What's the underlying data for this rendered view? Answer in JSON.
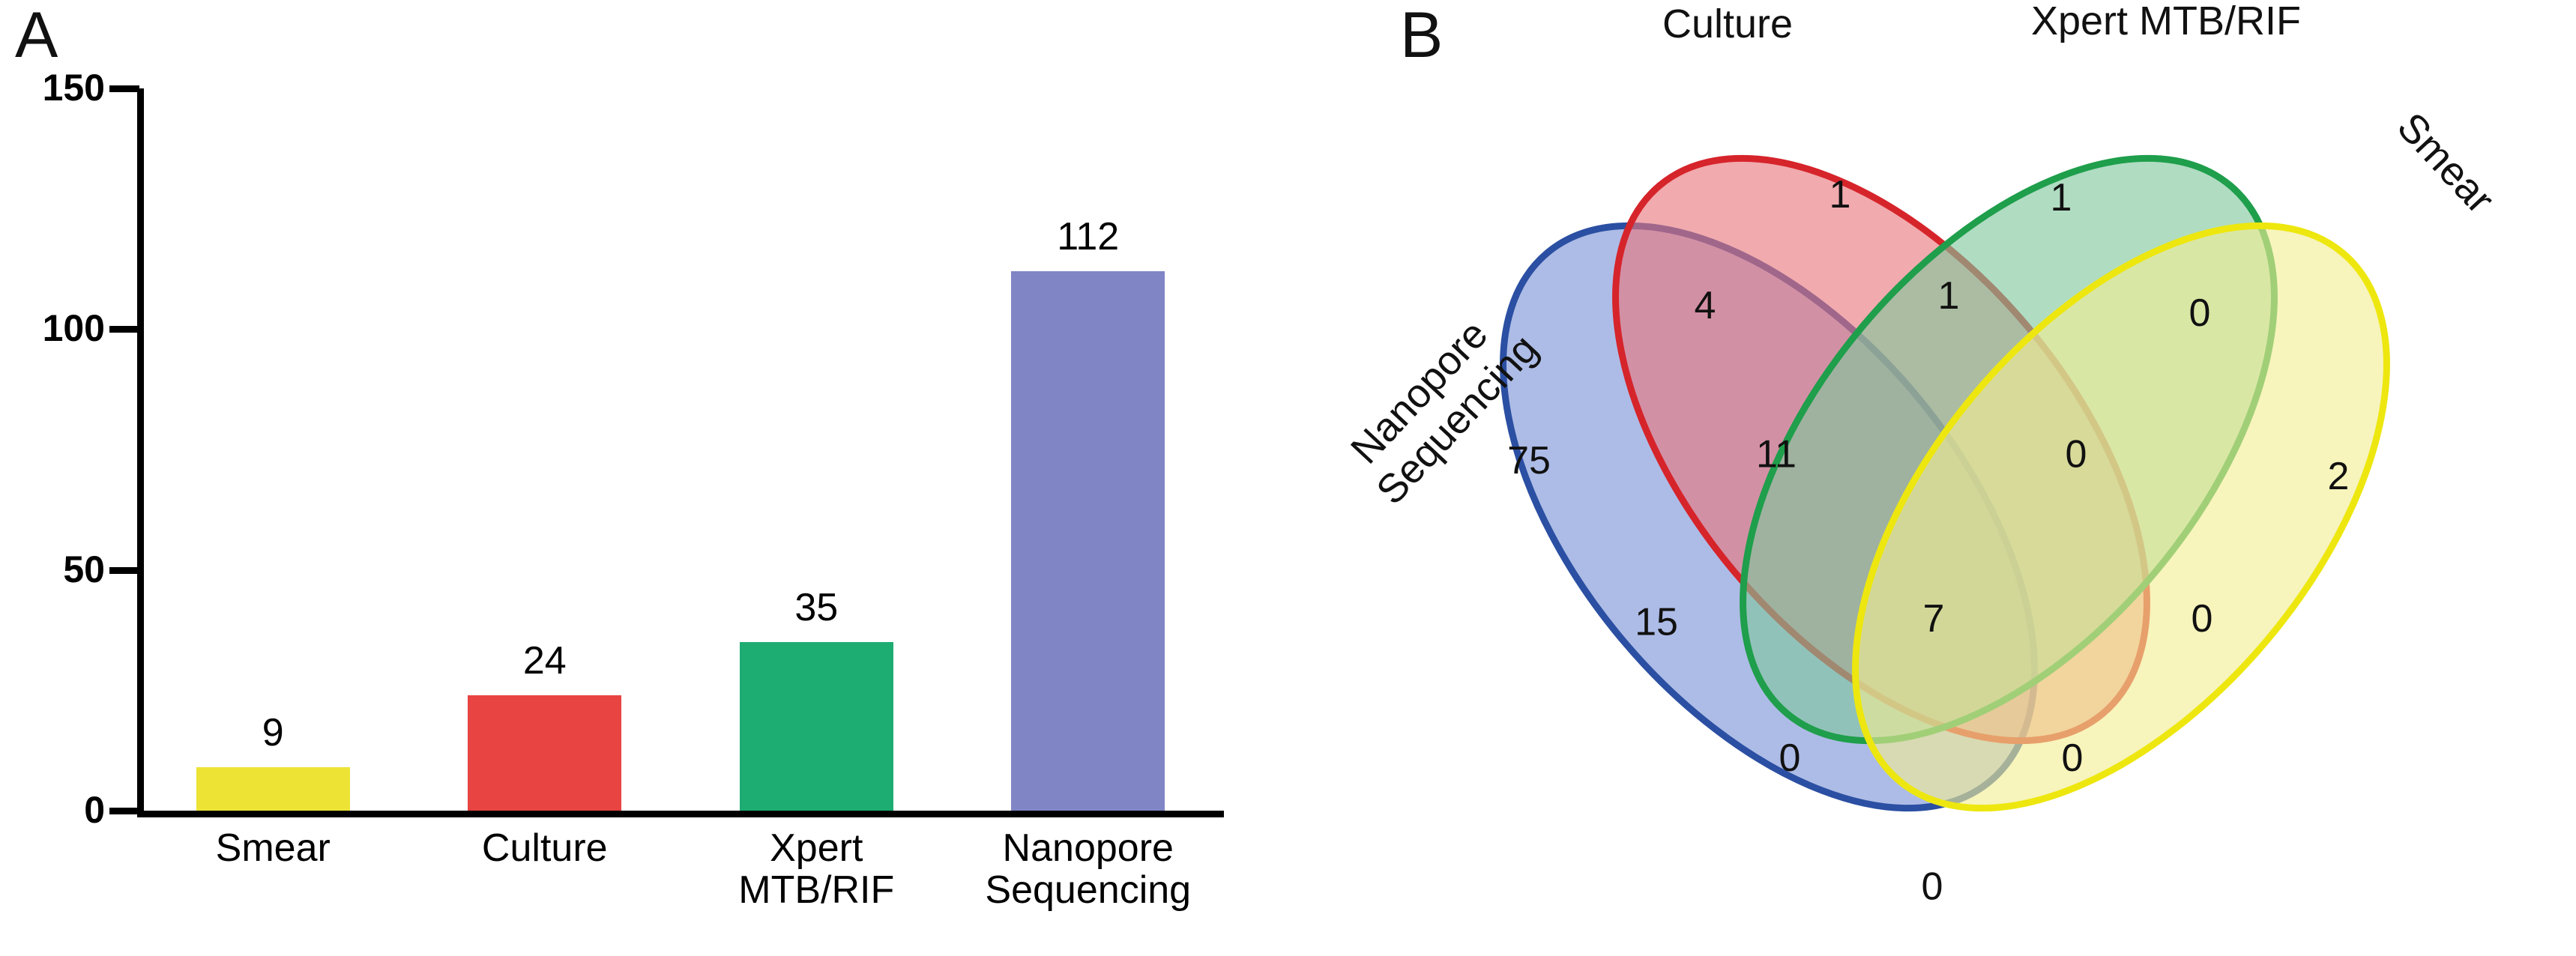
{
  "figure": {
    "panel_a_letter": "A",
    "panel_b_letter": "B"
  },
  "chart_data": [
    {
      "type": "bar",
      "panel": "A",
      "title": "",
      "xlabel": "",
      "ylabel": "",
      "categories": [
        "Smear",
        "Culture",
        "Xpert\nMTB/RIF",
        "Nanopore\nSequencing"
      ],
      "values": [
        9,
        24,
        35,
        112
      ],
      "value_labels": [
        "9",
        "24",
        "35",
        "112"
      ],
      "colors": [
        "#EDE335",
        "#E84442",
        "#1DAC72",
        "#8085C5"
      ],
      "ylim": [
        0,
        150
      ],
      "yticks": [
        0,
        50,
        100,
        150
      ],
      "ytick_labels": [
        "0",
        "50",
        "100",
        "150"
      ],
      "grid": false,
      "legend": "none"
    },
    {
      "type": "venn",
      "panel": "B",
      "sets": [
        {
          "name": "Nanopore Sequencing",
          "color": "#2B4FA2",
          "fill": "#7B93D6"
        },
        {
          "name": "Culture",
          "color": "#D6242B",
          "fill": "#E8767C"
        },
        {
          "name": "Xpert MTB/RIF",
          "color": "#1F9E4B",
          "fill": "#7FC79C"
        },
        {
          "name": "Smear",
          "color": "#EDE70F",
          "fill": "#F2EE93"
        }
      ],
      "regions": [
        {
          "key": "Culture only",
          "value": 1
        },
        {
          "key": "Xpert MTB/RIF only",
          "value": 1
        },
        {
          "key": "Nanopore Sequencing + Culture",
          "value": 4
        },
        {
          "key": "Culture + Xpert MTB/RIF",
          "value": 1
        },
        {
          "key": "Xpert MTB/RIF + Smear",
          "value": 0
        },
        {
          "key": "Nanopore Sequencing only",
          "value": 75
        },
        {
          "key": "Nanopore Sequencing + Culture + Xpert MTB/RIF",
          "value": 11
        },
        {
          "key": "Culture + Xpert MTB/RIF + Smear",
          "value": 0
        },
        {
          "key": "Smear only",
          "value": 2
        },
        {
          "key": "Nanopore Sequencing + Xpert MTB/RIF",
          "value": 15
        },
        {
          "key": "All four",
          "value": 7
        },
        {
          "key": "Culture + Smear",
          "value": 0
        },
        {
          "key": "Nanopore Sequencing + Xpert MTB/RIF + Smear",
          "value": 0
        },
        {
          "key": "Nanopore Sequencing + Culture + Smear",
          "value": 0
        },
        {
          "key": "Nanopore Sequencing + Smear",
          "value": 0
        }
      ]
    }
  ]
}
